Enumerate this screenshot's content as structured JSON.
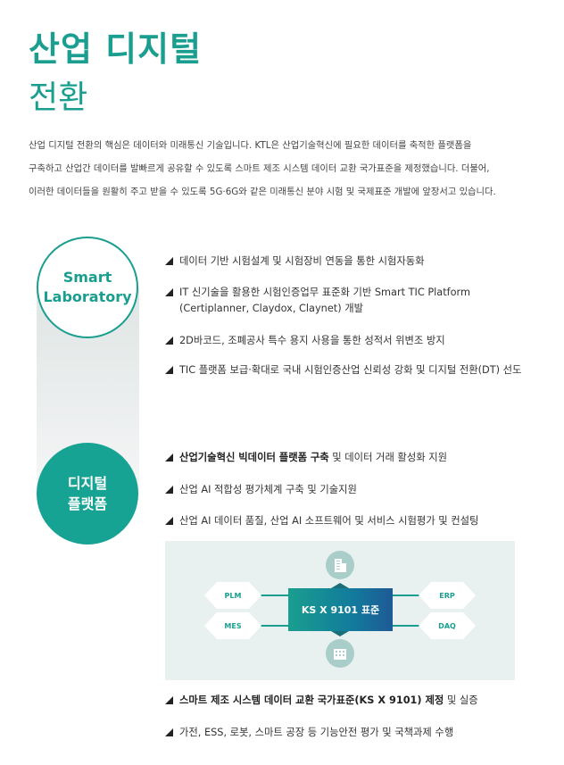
{
  "title": {
    "line1": "산업 디지털",
    "line2": "전환"
  },
  "intro": [
    "산업 디지털 전환의 핵심은 데이터와 미래통신 기술입니다. KTL은 산업기술혁신에 필요한 데이터를 축적한 플랫폼을",
    "구축하고 산업간 데이터를 발빠르게 공유할 수 있도록 스마트 제조 시스템 데이터 교환 국가표준을 제정했습니다. 더불어,",
    "이러한 데이터들을 원활히 주고 받을 수 있도록 5G·6G와 같은 미래통신 분야 시험 및 국제표준 개발에 앞장서고 있습니다."
  ],
  "smart_lab": {
    "label1": "Smart",
    "label2": "Laboratory",
    "items": [
      "데이터 기반 시험설계 및 시험장비 연동을 통한 시험자동화",
      "IT 신기술을 활용한 시험인증업무 표준화 기반 Smart TIC Platform",
      "(Certiplanner, Claydox, Claynet) 개발",
      "2D바코드, 조폐공사 특수 용지 사용을 통한 성적서 위변조 방지",
      "TIC 플랫폼 보급·확대로 국내 시험인증산업 신뢰성 강화 및 디지털 전환(DT) 선도"
    ]
  },
  "digital_platform": {
    "label1": "디지털",
    "label2": "플랫폼",
    "item1_bold": "산업기술혁신 빅데이터 플랫폼 구축",
    "item1_rest": " 및 데이터 거래 활성화 지원",
    "item2": "산업 AI 적합성 평가체계 구축 및 기술지원",
    "item3": "산업 AI 데이터 품질, 산업 AI 소프트웨어 및 서비스 시험평가 및 컨설팅",
    "diagram": {
      "center": "KS X 9101 표준",
      "left": [
        "PLM",
        "MES"
      ],
      "right": [
        "ERP",
        "DAQ"
      ]
    },
    "item4_bold": "스마트 제조 시스템 데이터 교환 국가표준(KS X 9101) 제정",
    "item4_rest": " 및 실증",
    "item5": "가전, ESS, 로봇, 스마트 공장 등 기능안전 평가 및 국책과제 수행"
  },
  "colors": {
    "accent": "#1a9e8f",
    "blue": "#1e5a96"
  }
}
